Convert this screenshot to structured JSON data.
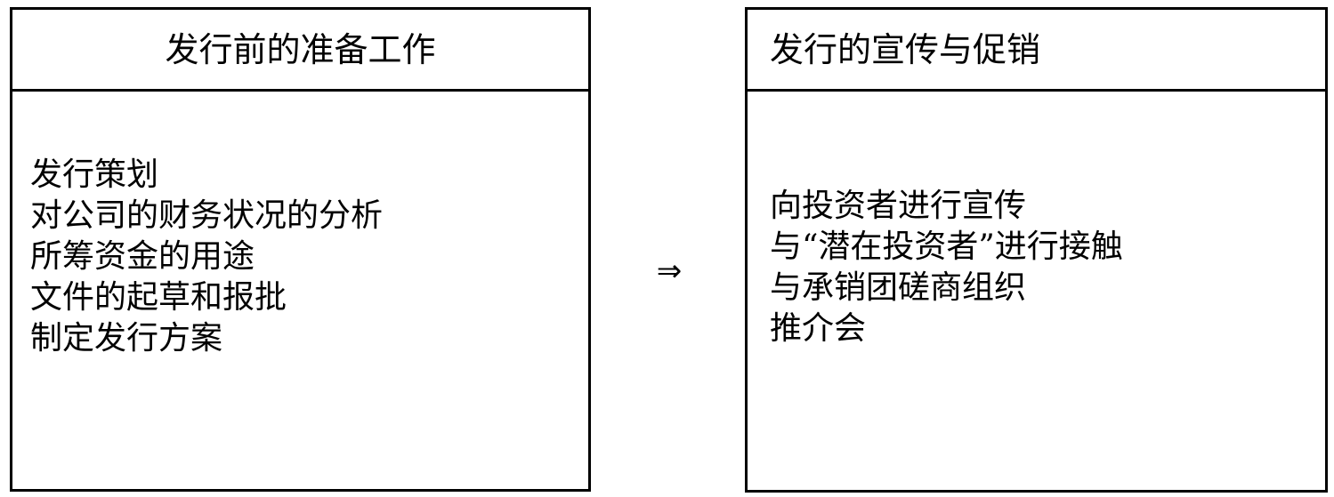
{
  "left_box": {
    "title": "发行前的准备工作",
    "items": [
      "发行策划",
      "对公司的财务状况的分析",
      "所筹资金的用途",
      "文件的起草和报批",
      "制定发行方案"
    ]
  },
  "arrow": {
    "symbol": "⇒",
    "icon": "double-right-arrow-icon"
  },
  "right_box": {
    "title": "发行的宣传与促销",
    "items": [
      "向投资者进行宣传",
      "与“潜在投资者”进行接触",
      "与承销团磋商组织",
      "推介会"
    ]
  }
}
